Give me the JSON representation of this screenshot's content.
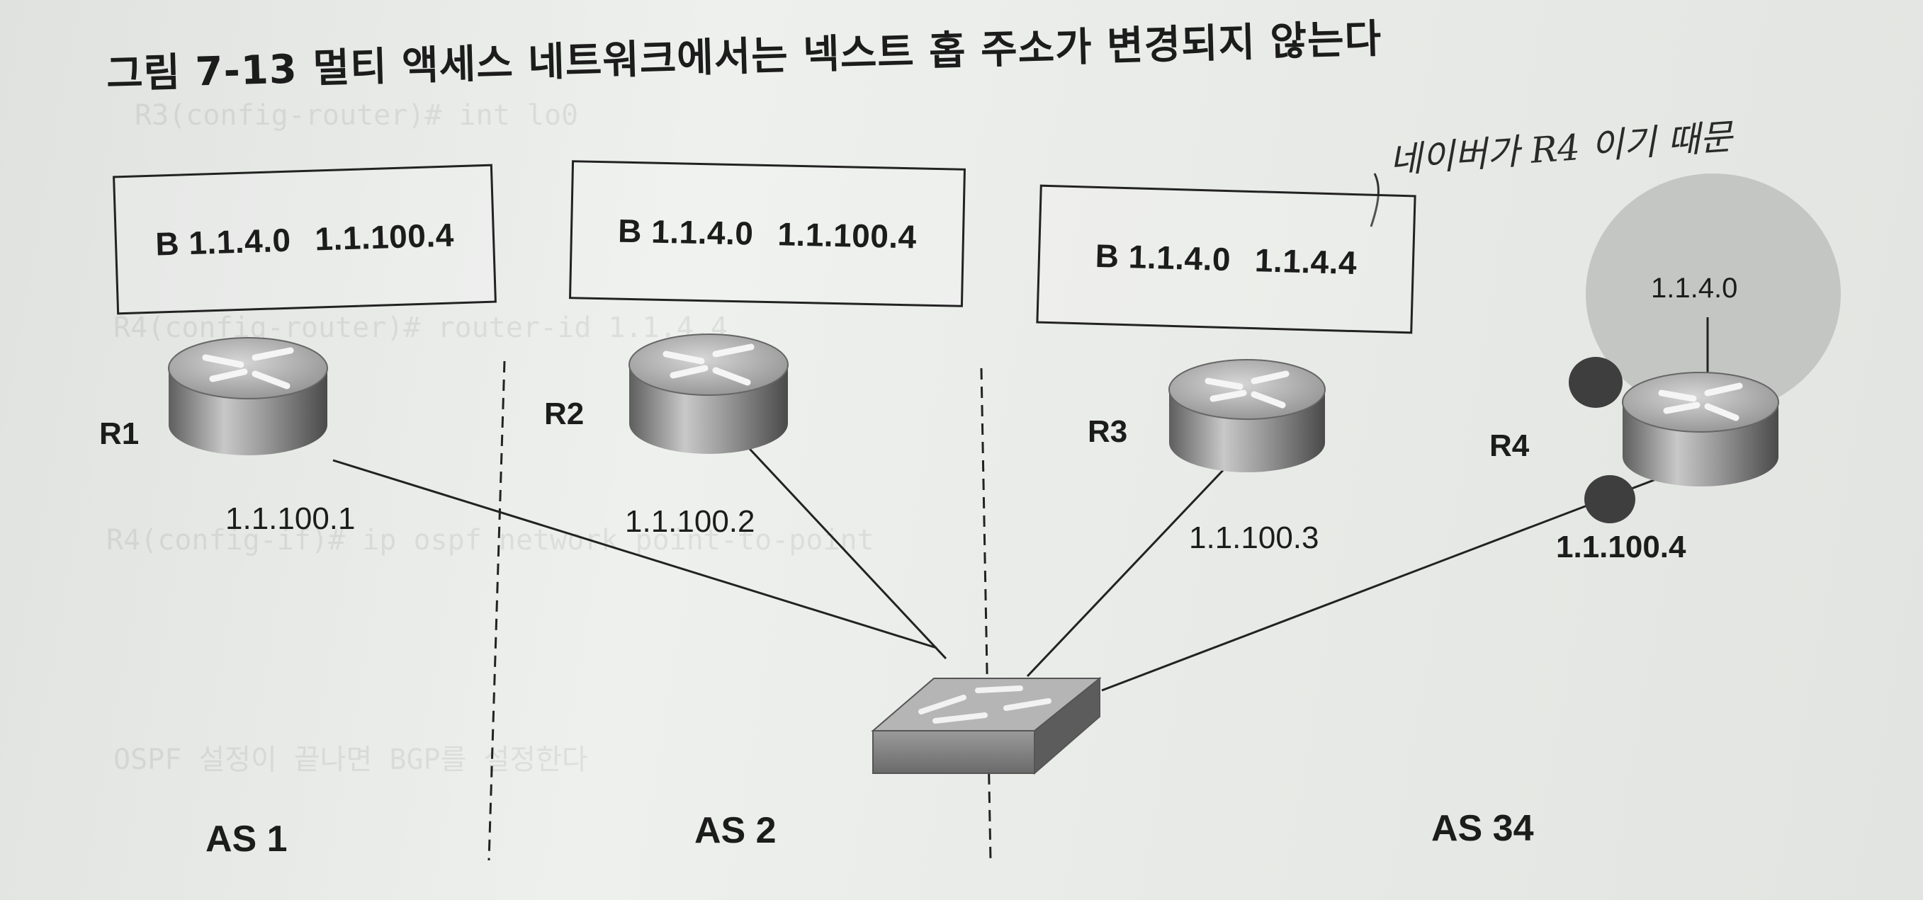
{
  "figure": {
    "number": "그림 7-13",
    "caption": "멀티 액세스 네트워크에서는 넥스트 홉 주소가 변경되지 않는다"
  },
  "routing_tables": {
    "r1": {
      "code": "B",
      "network": "1.1.4.0",
      "next_hop": "1.1.100.4"
    },
    "r2": {
      "code": "B",
      "network": "1.1.4.0",
      "next_hop": "1.1.100.4"
    },
    "r3": {
      "code": "B",
      "network": "1.1.4.0",
      "next_hop": "1.1.4.4"
    }
  },
  "routers": {
    "r1": {
      "name": "R1",
      "ip": "1.1.100.1"
    },
    "r2": {
      "name": "R2",
      "ip": "1.1.100.2"
    },
    "r3": {
      "name": "R3",
      "ip": "1.1.100.3"
    },
    "r4": {
      "name": "R4",
      "ip": "1.1.100.4"
    }
  },
  "network_cloud": {
    "label": "1.1.4.0"
  },
  "as_labels": {
    "as1": "AS 1",
    "as2": "AS 2",
    "as34": "AS 34"
  },
  "handwritten_note": "네이버가 R4 이기 때문",
  "colors": {
    "page": "#e6e8e6",
    "router_body": "#8c8c8c",
    "router_top": "#b8b8b8",
    "cloud": "#c9cbc9",
    "dot": "#3e3e3e",
    "line": "#222222"
  }
}
